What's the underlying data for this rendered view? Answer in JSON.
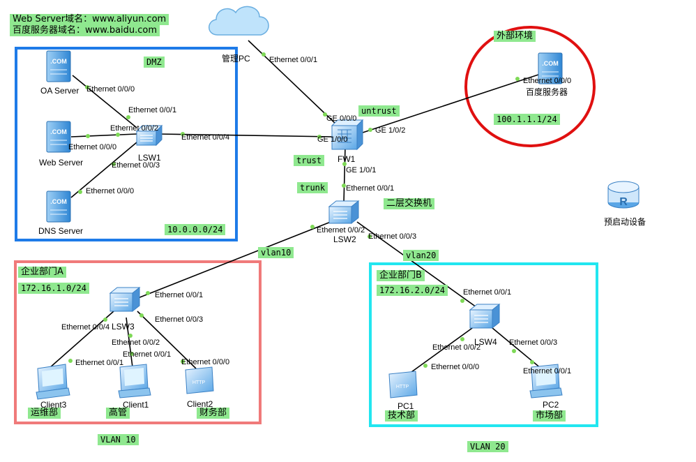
{
  "info": {
    "web_domain": "Web Server域名：www.aliyun.com",
    "baidu_domain": "百度服务器域名：www.baidu.com"
  },
  "zones": {
    "dmz": "DMZ",
    "dmz_net": "10.0.0.0/24",
    "external": "外部环境",
    "external_ip": "100.1.1.1/24",
    "dept_a": "企业部门A",
    "dept_a_net": "172.16.1.0/24",
    "dept_b": "企业部门B",
    "dept_b_net": "172.16.2.0/24",
    "vlan10_label": "VLAN 10",
    "vlan20_label": "VLAN 20"
  },
  "links": {
    "untrust": "untrust",
    "trust": "trust",
    "trunk": "trunk",
    "vlan10": "vlan10",
    "vlan20": "vlan20",
    "l3_switch": "二层交换机"
  },
  "devices": {
    "mgmt_pc": "管理PC",
    "oa_server": "OA Server",
    "web_server": "Web Server",
    "dns_server": "DNS Server",
    "lsw1": "LSW1",
    "fw1": "FW1",
    "baidu_server": "百度服务器",
    "lsw2": "LSW2",
    "lsw3": "LSW3",
    "lsw4": "LSW4",
    "client3": "Client3",
    "client1": "Client1",
    "client2": "Client2",
    "pc1": "PC1",
    "pc2": "PC2",
    "router_legend": "预启动设备"
  },
  "departments": {
    "ops": "运维部",
    "exec": "高管",
    "finance": "财务部",
    "tech": "技术部",
    "market": "市场部"
  },
  "ports": {
    "mgmt_e001": "Ethernet 0/0/1",
    "oa_e000": "Ethernet 0/0/0",
    "lsw1_e001": "Ethernet 0/0/1",
    "lsw1_e002": "Ethernet 0/0/2",
    "web_e000": "Ethernet 0/0/0",
    "lsw1_e004": "Ethernet 0/0/4",
    "lsw1_e003": "Ethernet 0/0/3",
    "dns_e000": "Ethernet 0/0/0",
    "fw_ge000": "GE 0/0/0",
    "fw_ge100": "GE 1/0/0",
    "fw_ge102": "GE 1/0/2",
    "fw_ge101": "GE 1/0/1",
    "baidu_e000": "Ethernet 0/0/0",
    "lsw2_e001": "Ethernet 0/0/1",
    "lsw2_e002": "Ethernet 0/0/2",
    "lsw2_e003": "Ethernet 0/0/3",
    "lsw3_e001": "Ethernet 0/0/1",
    "lsw3_e004": "Ethernet 0/0/4",
    "lsw3_e003": "Ethernet 0/0/3",
    "lsw3_e002": "Ethernet 0/0/2",
    "c3_e001": "Ethernet 0/0/1",
    "c1_e001": "Ethernet 0/0/1",
    "c2_e000": "Ethernet 0/0/0",
    "lsw4_e001": "Ethernet 0/0/1",
    "lsw4_e002": "Ethernet 0/0/2",
    "lsw4_e003": "Ethernet 0/0/3",
    "pc1_e000": "Ethernet 0/0/0",
    "pc2_e001": "Ethernet 0/0/1"
  },
  "colors": {
    "dmz_box": "#1e7be8",
    "external_circle": "#e01010",
    "dept_a_box": "#f07a7a",
    "dept_b_box": "#22e6f0",
    "label_bg": "#8fe88f",
    "port_dot": "#7ed957"
  }
}
